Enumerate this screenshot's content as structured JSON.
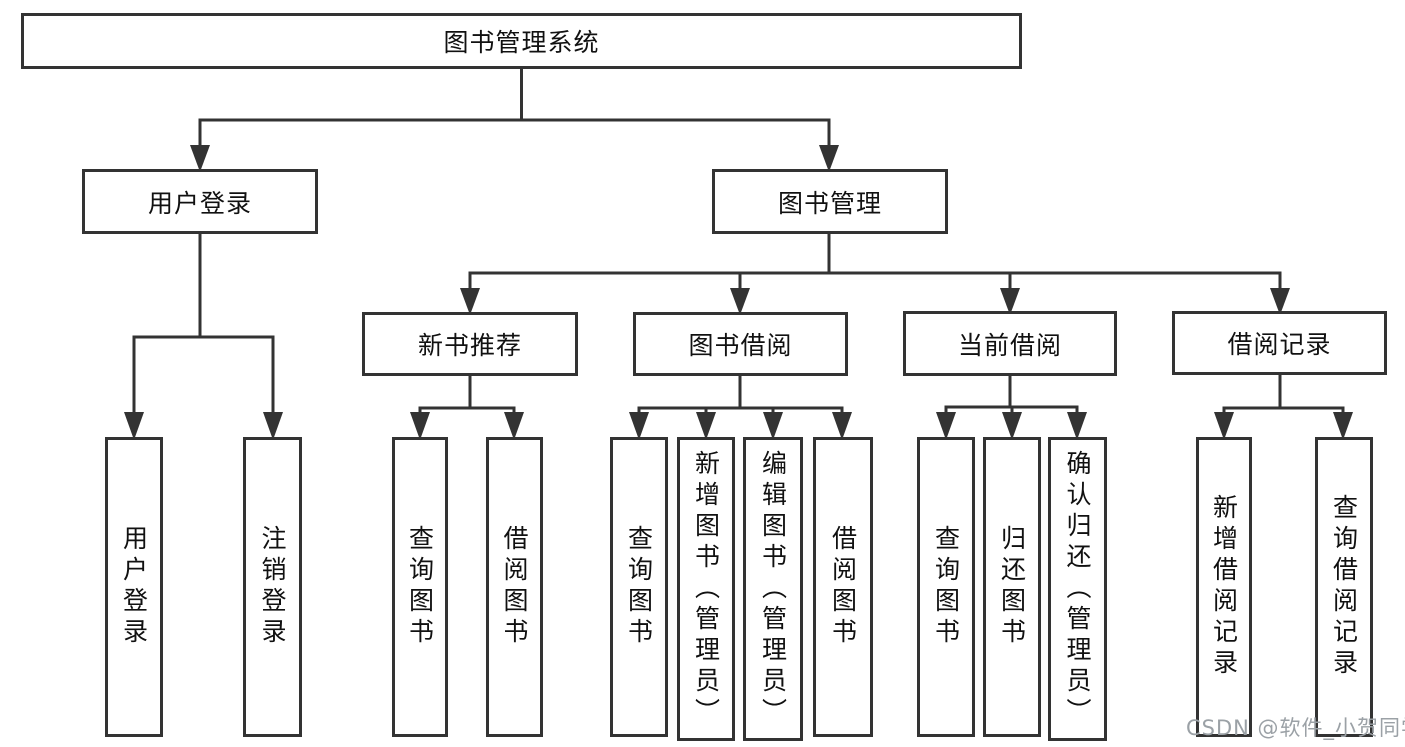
{
  "diagram": {
    "title": "图书管理系统",
    "nodes": {
      "user_login": "用户登录",
      "book_mgmt": "图书管理",
      "new_books": "新书推荐",
      "book_borrow": "图书借阅",
      "current_borrow": "当前借阅",
      "borrow_records": "借阅记录",
      "leaf_user_login": "用户登录",
      "leaf_logout": "注销登录",
      "leaf_nb_query": "查询图书",
      "leaf_nb_borrow": "借阅图书",
      "leaf_bb_query": "查询图书",
      "leaf_bb_add": "新增图书（管理员）",
      "leaf_bb_edit": "编辑图书（管理员）",
      "leaf_bb_borrow": "借阅图书",
      "leaf_cb_query": "查询图书",
      "leaf_cb_return": "归还图书",
      "leaf_cb_confirm": "确认归还（管理员）",
      "leaf_br_add": "新增借阅记录",
      "leaf_br_query": "查询借阅记录"
    },
    "watermark": "CSDN @软件_小贺同学",
    "colors": {
      "line": "#333333",
      "text": "#111111",
      "background": "#ffffff",
      "watermark": "#9ba1a6"
    }
  }
}
